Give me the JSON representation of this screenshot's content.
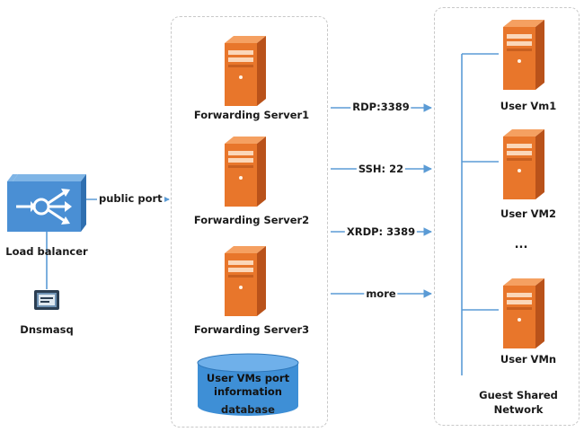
{
  "load_balancer": {
    "label": "Load balancer",
    "public_port_label": "public port"
  },
  "dnsmasq": {
    "label": "Dnsmasq"
  },
  "forwarding_servers": [
    {
      "label": "Forwarding Server1"
    },
    {
      "label": "Forwarding Server2"
    },
    {
      "label": "Forwarding Server3"
    }
  ],
  "database": {
    "line1": "User VMs port",
    "line2": "information",
    "line3": "database"
  },
  "protocols": [
    {
      "label": "RDP:3389"
    },
    {
      "label": "SSH: 22"
    },
    {
      "label": "XRDP: 3389"
    },
    {
      "label": "more"
    }
  ],
  "user_vms": [
    {
      "label": "User Vm1"
    },
    {
      "label": "User VM2"
    },
    {
      "label": "User VMn"
    }
  ],
  "ellipsis": "...",
  "network": {
    "line1": "Guest Shared",
    "line2": "Network"
  },
  "colors": {
    "server_orange": "#e8762b",
    "server_dark": "#b9521a",
    "lb_blue": "#4a8fd4",
    "db_blue": "#3e8fd6",
    "line_blue": "#5b9bd5"
  }
}
